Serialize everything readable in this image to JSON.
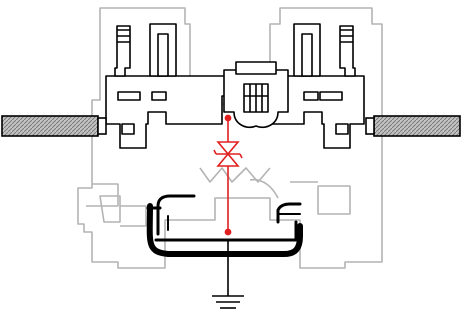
{
  "diagram": {
    "subject": "",
    "colors": {
      "background": "#ffffff",
      "housing_outline": "#b4b4b4",
      "line": "#000000",
      "suppressor": "#e02020",
      "cable_fill": "#bdbdbd",
      "cable_hatch": "#7a7a7a"
    },
    "parts": [
      {
        "id": "terminal-housing",
        "icon": "terminal-block-housing"
      },
      {
        "id": "left-screw-clamp",
        "icon": "screw-clamp"
      },
      {
        "id": "right-screw-clamp",
        "icon": "screw-clamp"
      },
      {
        "id": "left-wire",
        "icon": "stranded-wire"
      },
      {
        "id": "right-wire",
        "icon": "stranded-wire"
      },
      {
        "id": "center-plug",
        "icon": "center-plug"
      },
      {
        "id": "suppressor-diode",
        "icon": "bidirectional-tvs-diode"
      },
      {
        "id": "din-rail",
        "icon": "din-rail-clip"
      },
      {
        "id": "ground",
        "icon": "ground-symbol"
      }
    ]
  }
}
